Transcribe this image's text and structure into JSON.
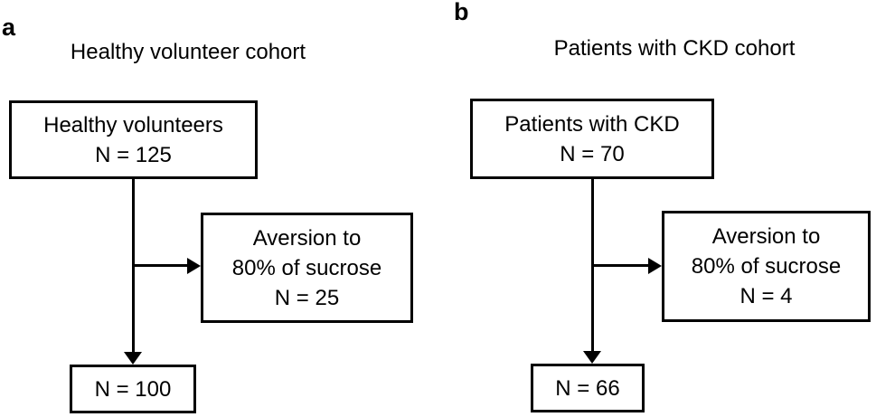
{
  "figure": {
    "type": "study-flow-diagram",
    "colors": {
      "ink": "#000000",
      "background": "#ffffff"
    }
  },
  "panels": [
    {
      "label": "a",
      "title": "Healthy volunteer cohort",
      "start_box": {
        "line1": "Healthy volunteers",
        "line2": "N = 125"
      },
      "exclusion_box": {
        "line1": "Aversion to",
        "line2": "80% of sucrose",
        "line3": "N = 25"
      },
      "final_box": {
        "line1": "N = 100"
      }
    },
    {
      "label": "b",
      "title": "Patients with CKD cohort",
      "start_box": {
        "line1": "Patients with CKD",
        "line2": "N = 70"
      },
      "exclusion_box": {
        "line1": "Aversion to",
        "line2": "80% of sucrose",
        "line3": "N = 4"
      },
      "final_box": {
        "line1": "N = 66"
      }
    }
  ]
}
